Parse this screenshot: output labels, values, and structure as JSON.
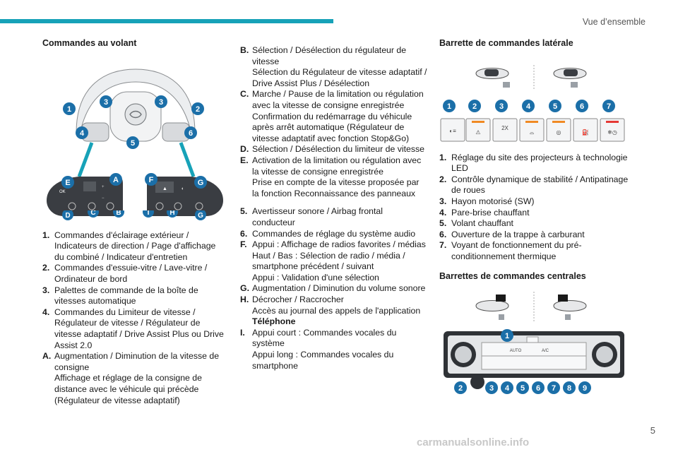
{
  "header": {
    "section": "Vue d’ensemble"
  },
  "page_number": "5",
  "watermark": "carmanualsonline.info",
  "col1": {
    "title": "Commandes au volant",
    "wheel_markers": [
      "1",
      "2",
      "3",
      "3",
      "4",
      "5",
      "6"
    ],
    "left_pad_markers": [
      "E",
      "A",
      "D",
      "C",
      "B"
    ],
    "right_pad_markers": [
      "F",
      "G",
      "I",
      "H",
      "G"
    ],
    "items": [
      {
        "key": "1.",
        "lines": [
          "Commandes d'éclairage extérieur / Indicateurs de direction / Page d'affichage du combiné / Indicateur d'entretien"
        ]
      },
      {
        "key": "2.",
        "lines": [
          "Commandes d'essuie-vitre / Lave-vitre / Ordinateur de bord"
        ]
      },
      {
        "key": "3.",
        "lines": [
          "Palettes de commande de la boîte de vitesses automatique"
        ]
      },
      {
        "key": "4.",
        "lines": [
          "Commandes du Limiteur de vitesse / Régulateur de vitesse / Régulateur de vitesse adaptatif / Drive Assist Plus ou Drive Assist 2.0"
        ]
      },
      {
        "key": "A.",
        "lines": [
          "Augmentation / Diminution de la vitesse de consigne",
          "Affichage et réglage de la consigne de distance avec le véhicule qui précède (Régulateur de vitesse adaptatif)"
        ]
      }
    ]
  },
  "col2": {
    "items_a": [
      {
        "key": "B.",
        "lines": [
          "Sélection / Désélection du régulateur de vitesse",
          "Sélection du Régulateur de vitesse adaptatif / Drive Assist Plus / Désélection"
        ]
      },
      {
        "key": "C.",
        "lines": [
          "Marche / Pause de la limitation ou régulation avec la vitesse de consigne enregistrée",
          "Confirmation du redémarrage du véhicule après arrêt automatique (Régulateur de vitesse adaptatif avec fonction Stop&Go)"
        ]
      },
      {
        "key": "D.",
        "lines": [
          "Sélection / Désélection du limiteur de vitesse"
        ]
      },
      {
        "key": "E.",
        "lines": [
          "Activation de la limitation ou régulation avec la vitesse de consigne enregistrée",
          "Prise en compte de la vitesse proposée par la fonction Reconnaissance des panneaux"
        ]
      }
    ],
    "items_b": [
      {
        "key": "5.",
        "lines": [
          "Avertisseur sonore / Airbag frontal conducteur"
        ]
      },
      {
        "key": "6.",
        "lines": [
          "Commandes de réglage du système audio"
        ]
      },
      {
        "key": "F.",
        "lines": [
          "Appui : Affichage de radios favorites / médias",
          "Haut / Bas : Sélection de radio / média / smartphone précédent / suivant",
          "Appui : Validation d'une sélection"
        ]
      },
      {
        "key": "G.",
        "lines": [
          "Augmentation / Diminution du volume sonore"
        ]
      },
      {
        "key": "H.",
        "lines": [
          "Décrocher / Raccrocher",
          "Accès au journal des appels de l'application"
        ],
        "bold_line": "Téléphone"
      },
      {
        "key": "I.",
        "lines": [
          "Appui court : Commandes vocales du système",
          "Appui long : Commandes vocales du smartphone"
        ]
      }
    ]
  },
  "col3": {
    "title1": "Barrette de commandes latérale",
    "side_markers": [
      "1",
      "2",
      "3",
      "4",
      "5",
      "6",
      "7"
    ],
    "side_glyphs": [
      "2X"
    ],
    "items": [
      {
        "key": "1.",
        "lines": [
          "Réglage du site des projecteurs à technologie LED"
        ]
      },
      {
        "key": "2.",
        "lines": [
          "Contrôle dynamique de stabilité / Antipatinage de roues"
        ]
      },
      {
        "key": "3.",
        "lines": [
          "Hayon motorisé (SW)"
        ]
      },
      {
        "key": "4.",
        "lines": [
          "Pare-brise chauffant"
        ]
      },
      {
        "key": "5.",
        "lines": [
          "Volant chauffant"
        ]
      },
      {
        "key": "6.",
        "lines": [
          "Ouverture de la trappe à carburant"
        ]
      },
      {
        "key": "7.",
        "lines": [
          "Voyant de fonctionnement du pré-conditionnement thermique"
        ]
      }
    ],
    "title2": "Barrettes de commandes centrales",
    "center_markers": [
      "1",
      "2",
      "3",
      "4",
      "5",
      "6",
      "7",
      "8",
      "9"
    ],
    "center_glyphs": [
      "AUTO",
      "A/C"
    ]
  },
  "colors": {
    "accent": "#17a2b8",
    "marker": "#1b6fa8",
    "panel": "#3a3d42",
    "orange": "#f08a24"
  }
}
